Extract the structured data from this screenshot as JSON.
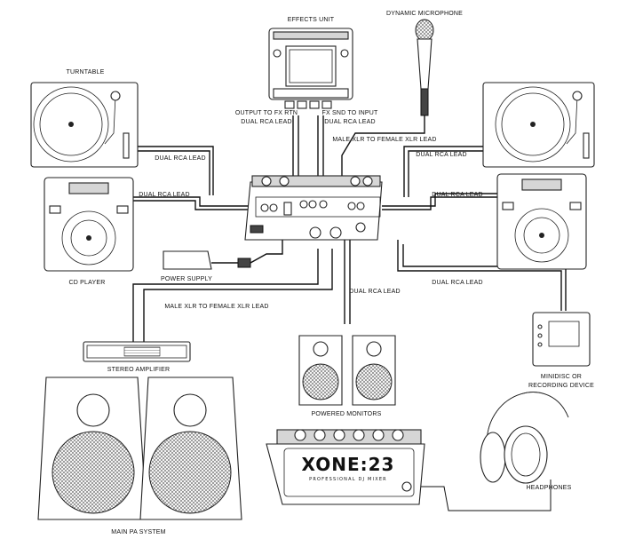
{
  "labels": {
    "effects_unit": "EFFECTS UNIT",
    "dynamic_microphone": "DYNAMIC MICROPHONE",
    "turntable": "TURNTABLE",
    "output_fx_rtn": "OUTPUT TO FX RTN",
    "dual_rca_lead_fx_out": "DUAL RCA LEAD",
    "fx_snd_to_input": "FX SND TO INPUT",
    "dual_rca_lead_fx_snd": "DUAL RCA LEAD",
    "male_xlr_female_xlr_lead_mic": "MALE XLR TO FEMALE XLR LEAD",
    "dual_rca_lead_left_turntable": "DUAL RCA LEAD",
    "dual_rca_lead_right_turntable": "DUAL RCA LEAD",
    "dual_rca_lead_left_cd": "DUAL RCA LEAD",
    "dual_rca_lead_right_cd": "DUAL RCA LEAD",
    "cd_player": "CD PLAYER",
    "power_supply": "POWER SUPPLY",
    "dual_rca_lead_recording": "DUAL RCA LEAD",
    "dual_rca_lead_monitors": "DUAL RCA LEAD",
    "male_xlr_female_xlr_lead_amp": "MALE XLR TO FEMALE XLR LEAD",
    "stereo_amplifier": "STEREO AMPLIFIER",
    "minidisc_line1": "MINIDISC OR",
    "minidisc_line2": "RECORDING DEVICE",
    "powered_monitors": "POWERED MONITORS",
    "headphones": "HEADPHONES",
    "main_pa_system": "MAIN PA SYSTEM"
  },
  "mixer_brand": {
    "logo": "XONE:23",
    "subtitle": "PROFESSIONAL DJ MIXER"
  }
}
